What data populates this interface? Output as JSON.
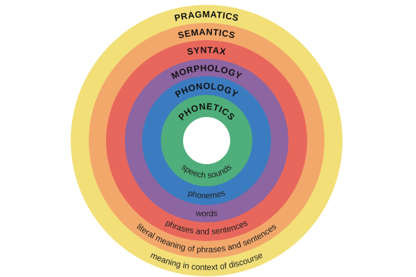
{
  "layers": [
    {
      "name": "PRAGMATICS",
      "description": "meaning in context of discourse",
      "color": "#f2df78"
    },
    {
      "name": "SEMANTICS",
      "description": "literal meaning of phrases and sentences",
      "color": "#f3a86b"
    },
    {
      "name": "SYNTAX",
      "description": "phrases and sentences",
      "color": "#e8675c"
    },
    {
      "name": "MORPHOLOGY",
      "description": "words",
      "color": "#8d65a1"
    },
    {
      "name": "PHONOLOGY",
      "description": "phonemes",
      "color": "#3b7cc0"
    },
    {
      "name": "PHONETICS",
      "description": "speech sounds",
      "color": "#4fae7b"
    }
  ]
}
